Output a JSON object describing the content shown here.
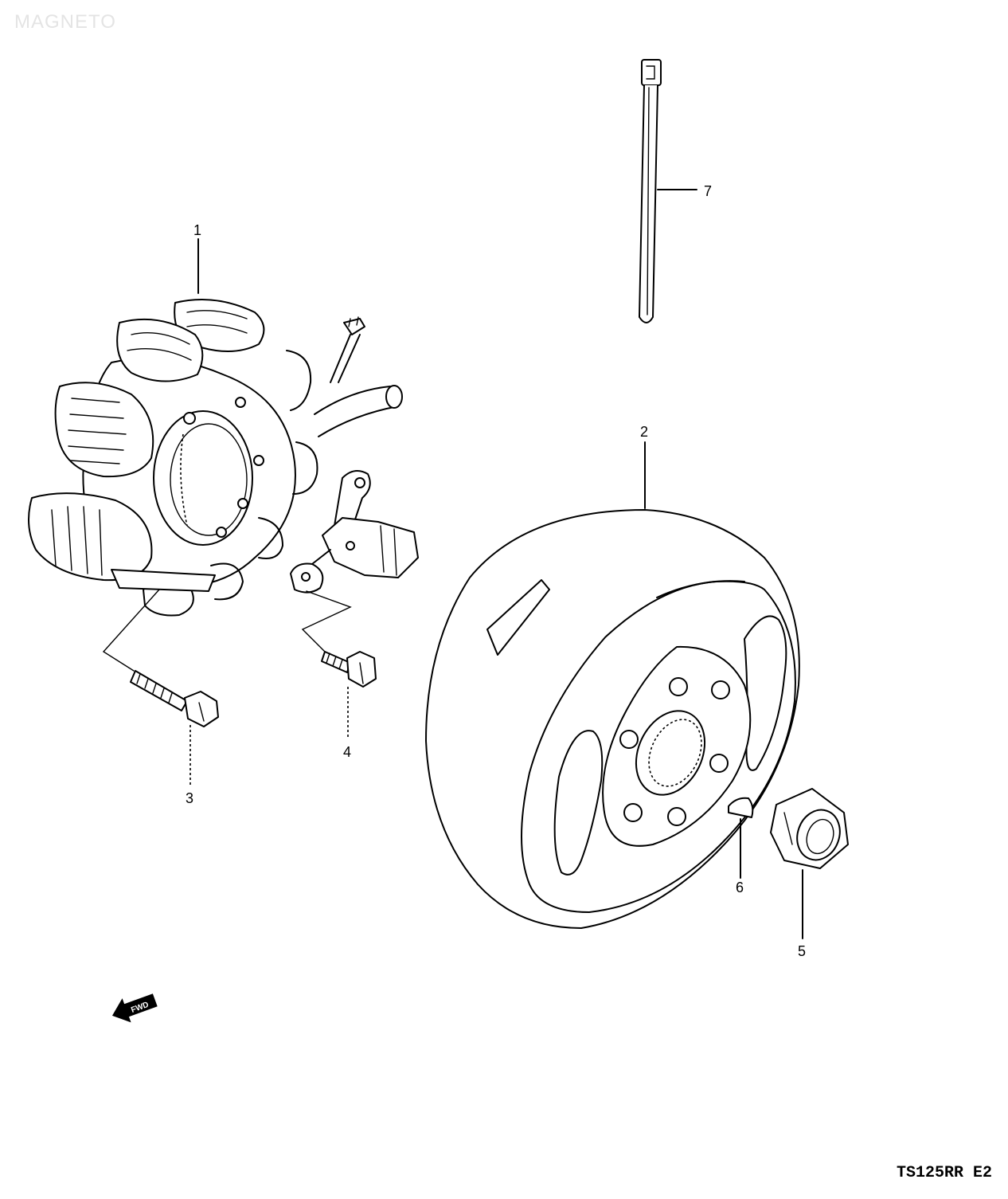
{
  "header": {
    "watermark": "MAGNETO"
  },
  "footer": {
    "model_code": "TS125RR E2"
  },
  "callouts": [
    {
      "id": "stator",
      "label": "1"
    },
    {
      "id": "rotor",
      "label": "2"
    },
    {
      "id": "stator-bolt",
      "label": "3"
    },
    {
      "id": "pickup-screw",
      "label": "4"
    },
    {
      "id": "rotor-nut",
      "label": "5"
    },
    {
      "id": "key",
      "label": "6"
    },
    {
      "id": "clamp",
      "label": "7"
    }
  ],
  "direction_arrow": {
    "label": "FWD"
  }
}
